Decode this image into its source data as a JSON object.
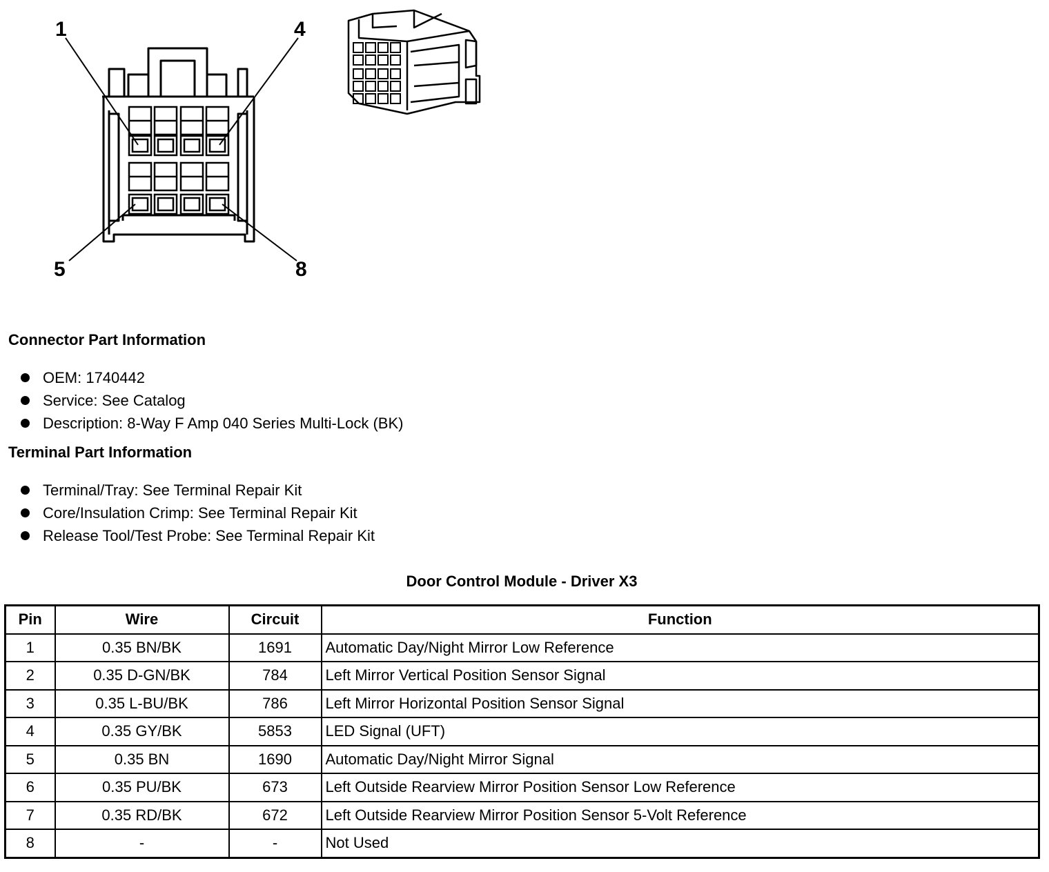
{
  "diagram": {
    "pin_labels": [
      "1",
      "4",
      "5",
      "8"
    ]
  },
  "connector_info": {
    "title": "Connector Part Information",
    "items": [
      "OEM: 1740442",
      "Service: See Catalog",
      "Description: 8-Way F Amp 040 Series Multi-Lock (BK)"
    ]
  },
  "terminal_info": {
    "title": "Terminal Part Information",
    "items": [
      "Terminal/Tray: See Terminal Repair Kit",
      "Core/Insulation Crimp: See Terminal Repair Kit",
      "Release Tool/Test Probe: See Terminal Repair Kit"
    ]
  },
  "table": {
    "title": "Door Control Module - Driver X3",
    "headers": [
      "Pin",
      "Wire",
      "Circuit",
      "Function"
    ],
    "rows": [
      [
        "1",
        "0.35 BN/BK",
        "1691",
        "Automatic Day/Night Mirror Low Reference"
      ],
      [
        "2",
        "0.35 D-GN/BK",
        "784",
        "Left Mirror Vertical Position Sensor Signal"
      ],
      [
        "3",
        "0.35 L-BU/BK",
        "786",
        "Left Mirror Horizontal Position Sensor Signal"
      ],
      [
        "4",
        "0.35 GY/BK",
        "5853",
        "LED Signal (UFT)"
      ],
      [
        "5",
        "0.35 BN",
        "1690",
        "Automatic Day/Night Mirror Signal"
      ],
      [
        "6",
        "0.35 PU/BK",
        "673",
        "Left Outside Rearview Mirror Position Sensor Low Reference"
      ],
      [
        "7",
        "0.35 RD/BK",
        "672",
        "Left Outside Rearview Mirror Position Sensor 5-Volt Reference"
      ],
      [
        "8",
        "-",
        "-",
        "Not Used"
      ]
    ]
  }
}
